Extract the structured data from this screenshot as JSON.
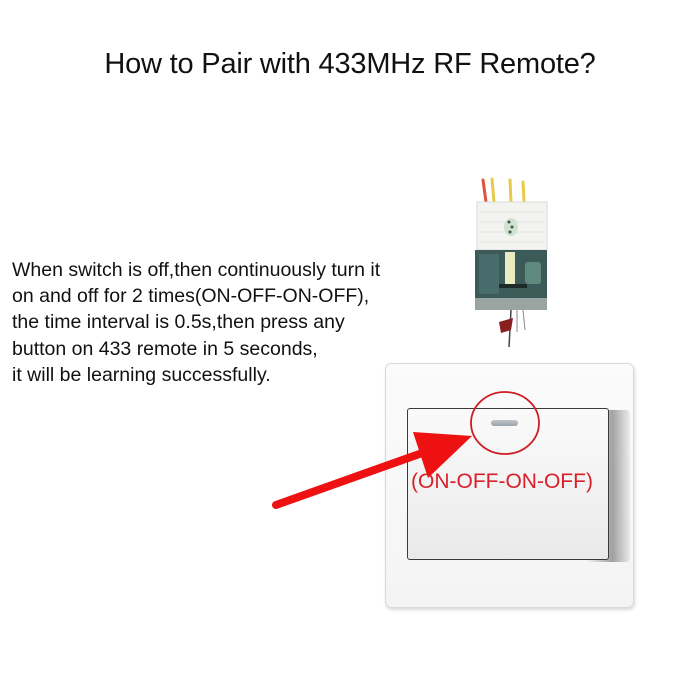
{
  "title": "How to Pair with 433MHz RF Remote?",
  "instructions": {
    "lines": [
      "When switch is off,then continuously turn it",
      "on and off for 2 times(ON-OFF-ON-OFF),",
      "the time interval is 0.5s,then press any",
      "button on 433 remote in 5 seconds,",
      "it will be learning successfully."
    ]
  },
  "illustration": {
    "module_icon": "smart-switch-module-icon",
    "wall_switch_icon": "wall-light-switch-icon",
    "indicator_icon": "led-indicator-icon",
    "arrow_icon": "red-arrow-icon",
    "highlight_icon": "red-circle-highlight-icon",
    "sequence_label": "(ON-OFF-ON-OFF)"
  },
  "colors": {
    "annotation_red": "#d8202a",
    "arrow_red": "#ee1111",
    "text": "#111111",
    "background": "#ffffff"
  }
}
